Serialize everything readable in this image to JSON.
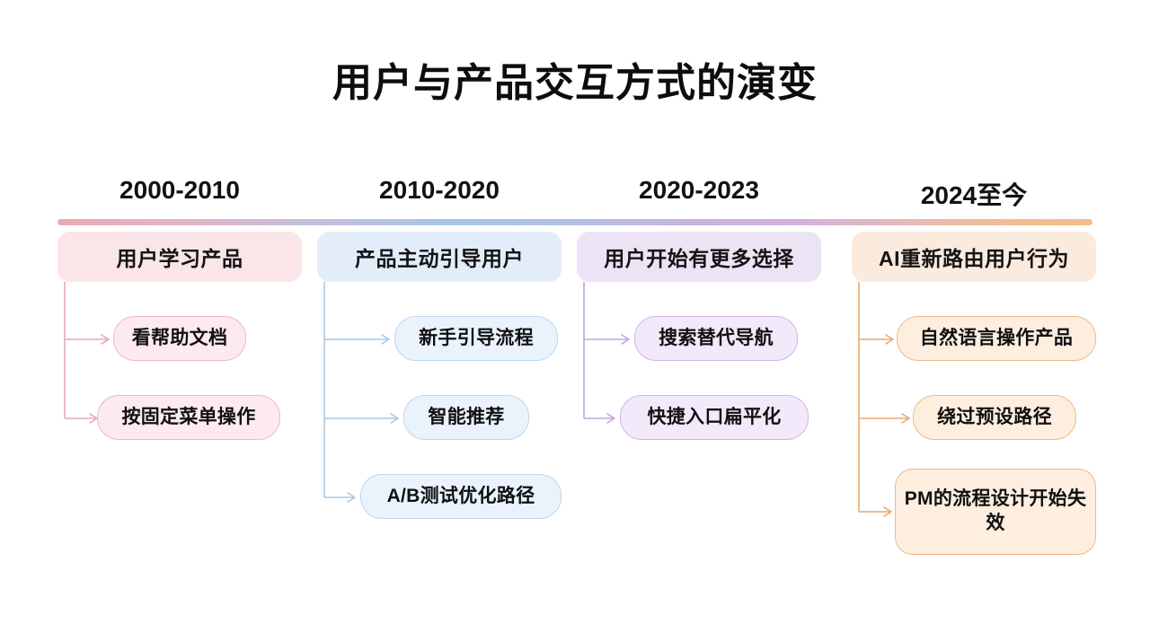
{
  "page": {
    "title": "用户与产品交互方式的演变",
    "background": "#ffffff"
  },
  "timeline": {
    "axis_gradient_stops": [
      "#eaa9b4",
      "#a8c6e8",
      "#c7b3e0",
      "#f4bd8a"
    ],
    "eras": [
      {
        "period": "2000-2010",
        "headline": "用户学习产品",
        "accent": "#eeb8c4",
        "card_bg": "#fae5e8",
        "items": [
          "看帮助文档",
          "按固定菜单操作"
        ]
      },
      {
        "period": "2010-2020",
        "headline": "产品主动引导用户",
        "accent": "#bcd7ef",
        "card_bg": "#e2edf9",
        "items": [
          "新手引导流程",
          "智能推荐",
          "A/B测试优化路径"
        ]
      },
      {
        "period": "2020-2023",
        "headline": "用户开始有更多选择",
        "accent": "#cfb7e6",
        "card_bg": "#ece3f5",
        "items": [
          "搜索替代导航",
          "快捷入口扁平化"
        ]
      },
      {
        "period": "2024至今",
        "headline": "AI重新路由用户行为",
        "accent": "#eeb888",
        "card_bg": "#fbeade",
        "items": [
          "自然语言操作产品",
          "绕过预设路径",
          "PM的流程设计开始失效"
        ]
      }
    ]
  }
}
